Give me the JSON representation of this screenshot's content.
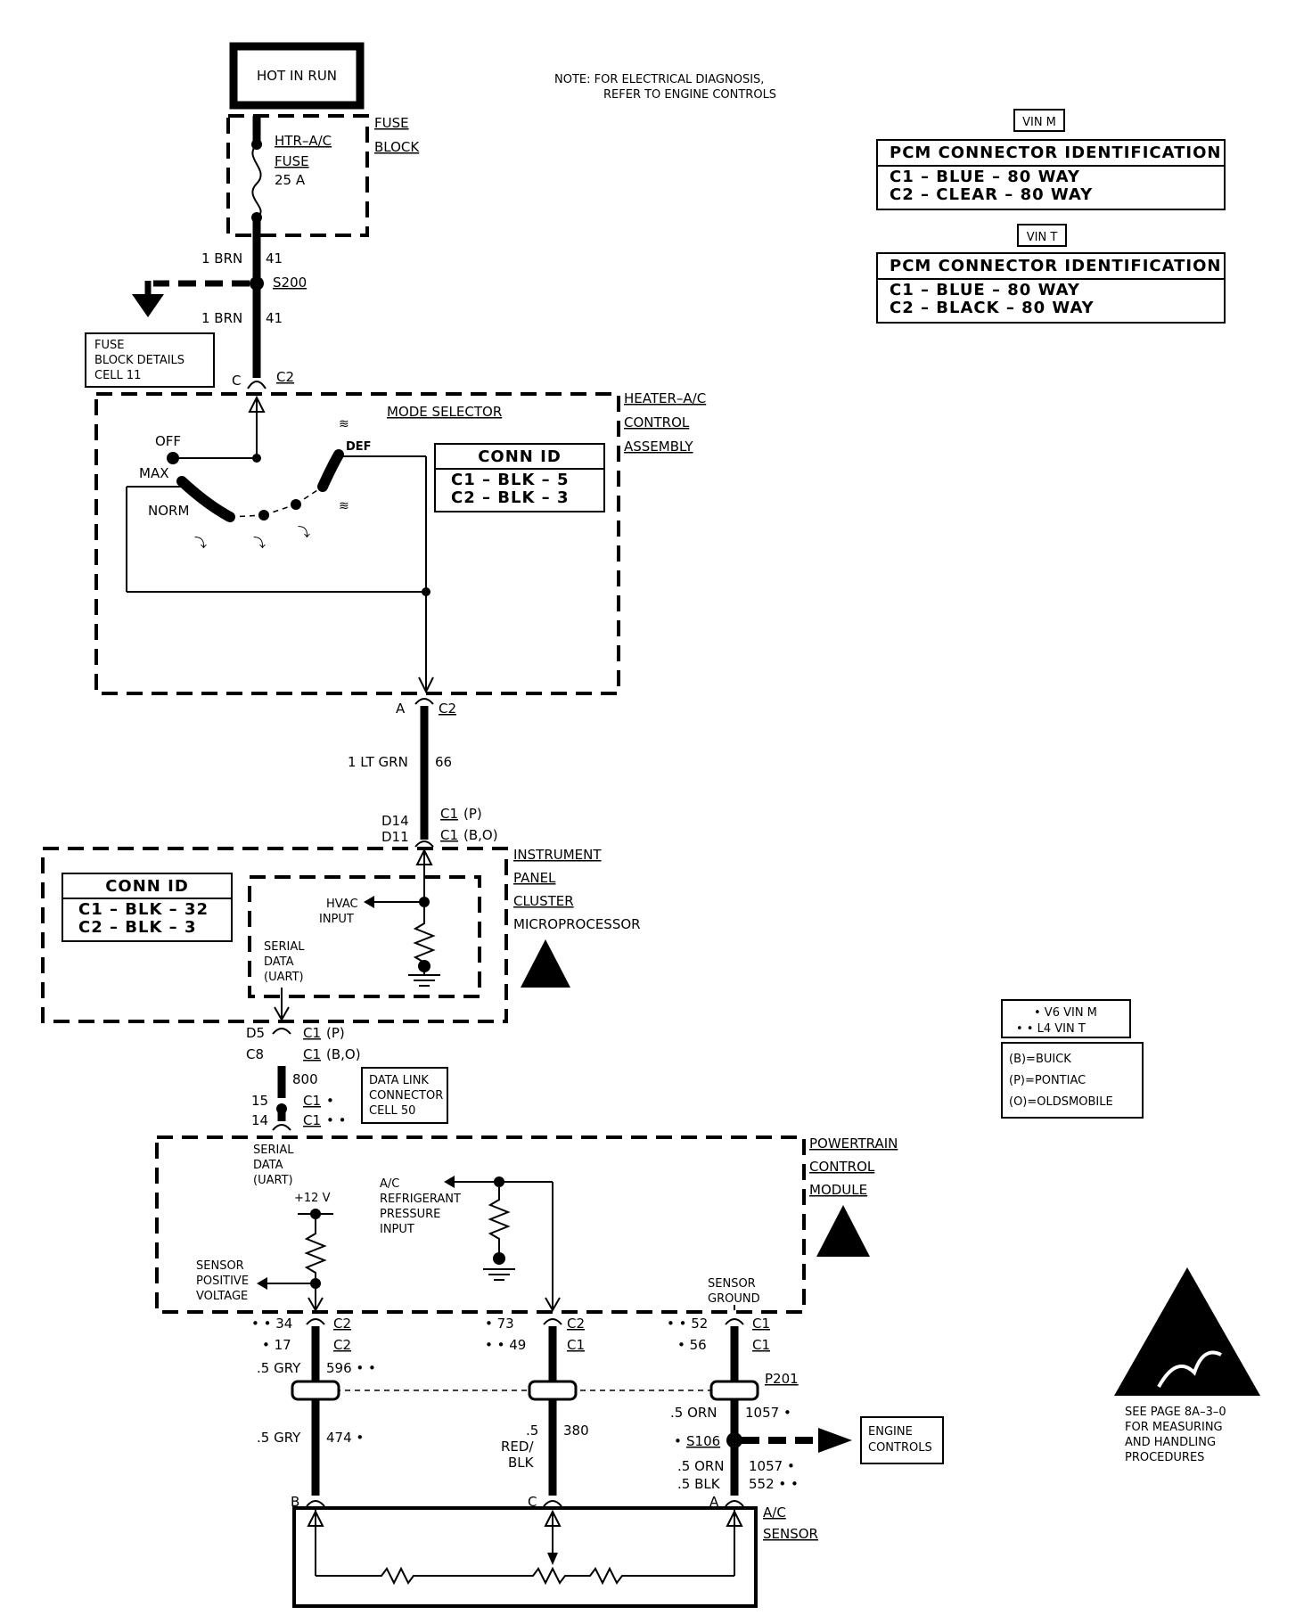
{
  "source": {
    "label": "HOT IN RUN"
  },
  "note": {
    "line1": "NOTE: FOR ELECTRICAL DIAGNOSIS,",
    "line2": "REFER TO ENGINE CONTROLS"
  },
  "pcm_tables": [
    {
      "vin": "VIN M",
      "title": "PCM CONNECTOR IDENTIFICATION",
      "row1": "C1 – BLUE   – 80 WAY",
      "row2": "C2 – CLEAR – 80 WAY"
    },
    {
      "vin": "VIN T",
      "title": "PCM CONNECTOR IDENTIFICATION",
      "row1": "C1 – BLUE   – 80 WAY",
      "row2": "C2 – BLACK – 80 WAY"
    }
  ],
  "fuse_block": {
    "name1": "FUSE",
    "name2": "BLOCK",
    "fuse1": "HTR–A/C",
    "fuse2": "FUSE",
    "rating": "25 A"
  },
  "wires": {
    "w41_top": {
      "gauge": "1 BRN",
      "circuit": "41"
    },
    "splice": "S200",
    "w41_bot": {
      "gauge": "1 BRN",
      "circuit": "41"
    },
    "w66": {
      "gauge": "1 LT GRN",
      "circuit": "66"
    },
    "w800": {
      "circuit": "800"
    }
  },
  "fuse_details": {
    "line1": "FUSE",
    "line2": "BLOCK DETAILS",
    "line3": "CELL 11"
  },
  "hvac_ctrl": {
    "top_pin": "C",
    "top_conn": "C2",
    "name1": "HEATER–A/C",
    "name2": "CONTROL",
    "name3": "ASSEMBLY",
    "mode_selector": "MODE SELECTOR",
    "off": "OFF",
    "max": "MAX",
    "norm": "NORM",
    "def": "DEF",
    "conn_id_title": "CONN ID",
    "conn_id_row1": "C1 – BLK – 5",
    "conn_id_row2": "C2 – BLK – 3",
    "bot_pin": "A",
    "bot_conn": "C2"
  },
  "ipc": {
    "pin_a": "D14",
    "conn_a": "C1",
    "note_a": "(P)",
    "pin_b": "D11",
    "conn_b": "C1",
    "note_b": "(B,O)",
    "name1": "INSTRUMENT",
    "name2": "PANEL",
    "name3": "CLUSTER",
    "name4": "MICROPROCESSOR",
    "conn_id_title": "CONN ID",
    "conn_id_row1": "C1 – BLK – 32",
    "conn_id_row2": "C2 – BLK – 3",
    "hvac1": "HVAC",
    "hvac2": "INPUT",
    "serial1": "SERIAL",
    "serial2": "DATA",
    "serial3": "(UART)",
    "out_pin_a": "D5",
    "out_conn_a": "C1",
    "out_note_a": "(P)",
    "out_pin_b": "C8",
    "out_conn_b": "C1",
    "out_note_b": "(B,O)"
  },
  "dlc": {
    "pin_a": "15",
    "conn_a": "C1",
    "mark_a": "•",
    "pin_b": "14",
    "conn_b": "C1",
    "mark_b": "• •",
    "line1": "DATA LINK",
    "line2": "CONNECTOR",
    "line3": "CELL 50"
  },
  "pcm": {
    "name1": "POWERTRAIN",
    "name2": "CONTROL",
    "name3": "MODULE",
    "serial1": "SERIAL",
    "serial2": "DATA",
    "serial3": "(UART)",
    "v12": "+12 V",
    "ref1": "A/C",
    "ref2": "REFRIGERANT",
    "ref3": "PRESSURE",
    "ref4": "INPUT",
    "spv1": "SENSOR",
    "spv2": "POSITIVE",
    "spv3": "VOLTAGE",
    "sg1": "SENSOR",
    "sg2": "GROUND"
  },
  "pcm_pins": {
    "left_a": "• • 34",
    "left_a_conn": "C2",
    "left_b": "• 17",
    "left_b_conn": "C2",
    "mid_a": "• 73",
    "mid_a_conn": "C2",
    "mid_b": "• • 49",
    "mid_b_conn": "C1",
    "right_a": "• • 52",
    "right_a_conn": "C1",
    "right_b": "• 56",
    "right_b_conn": "C1"
  },
  "lower_wires": {
    "gry_top": ".5 GRY",
    "c596": "596 • •",
    "gry_bot": ".5 GRY",
    "c474": "474 •",
    "rb1": ".5",
    "rb2": "RED/",
    "rb3": "BLK",
    "c380": "380",
    "p201": "P201",
    "orn_top": ".5 ORN",
    "c1057a": "1057 •",
    "s106": "S106",
    "s106_mark": "•",
    "orn_bot": ".5 ORN",
    "c1057b": "1057 •",
    "blk": ".5 BLK",
    "c552": "552 • •"
  },
  "engine_controls": {
    "line1": "ENGINE",
    "line2": "CONTROLS"
  },
  "sensor": {
    "pin_b": "B",
    "pin_c": "C",
    "pin_a": "A",
    "name1": "A/C",
    "name2": "SENSOR"
  },
  "legend": {
    "v6": "• V6 VIN M",
    "l4": "• • L4 VIN T",
    "buick": "(B)=BUICK",
    "pontiac": "(P)=PONTIAC",
    "olds": "(O)=OLDSMOBILE"
  },
  "esd_note": {
    "line1": "SEE PAGE 8A–3–0",
    "line2": "FOR MEASURING",
    "line3": "AND HANDLING",
    "line4": "PROCEDURES"
  }
}
